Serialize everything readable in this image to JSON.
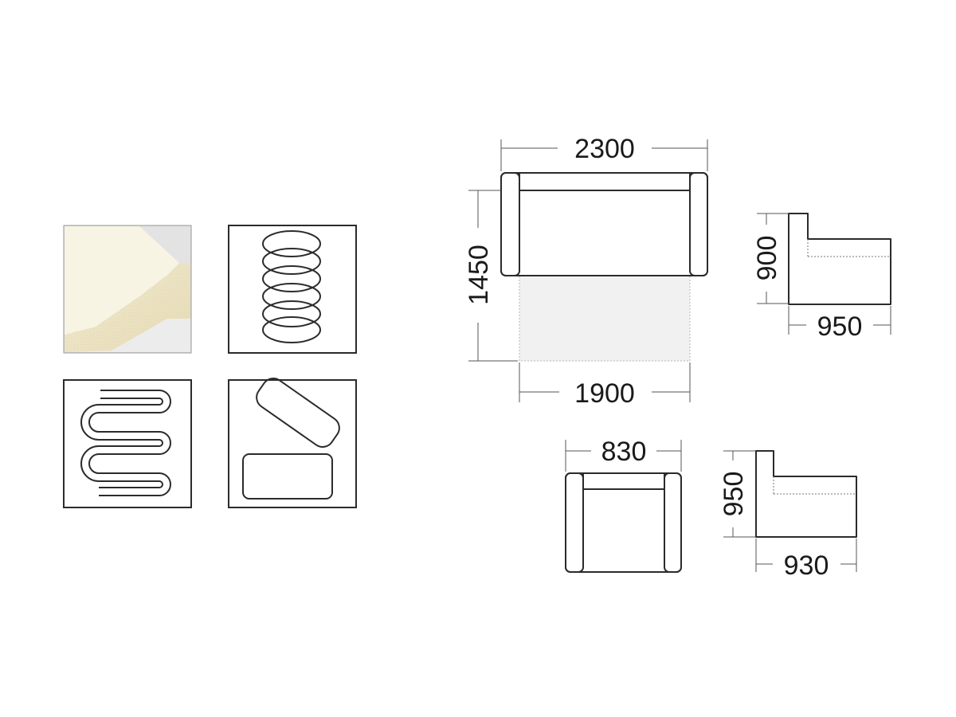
{
  "features": [
    {
      "name": "foam",
      "icon": "foam-cushion-icon"
    },
    {
      "name": "spring",
      "icon": "coil-spring-icon"
    },
    {
      "name": "zigzag",
      "icon": "zigzag-spring-icon"
    },
    {
      "name": "storage",
      "icon": "storage-box-icon"
    }
  ],
  "sofa": {
    "width": "2300",
    "depth_open": "1450",
    "bed_width": "1900"
  },
  "sofa_side": {
    "height": "900",
    "depth": "950"
  },
  "chair": {
    "width": "830"
  },
  "chair_side": {
    "height": "950",
    "depth": "930"
  }
}
